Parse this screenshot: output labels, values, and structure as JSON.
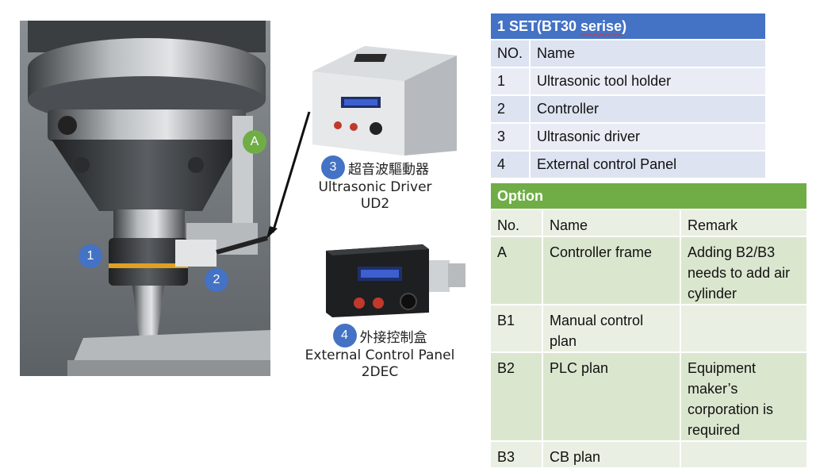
{
  "photo": {
    "badges": [
      "1",
      "2",
      "A"
    ],
    "colors": {
      "blue_badge": "#4472c4",
      "green_badge": "#70ad47"
    }
  },
  "driver_callout": {
    "number": "3",
    "chinese": "超音波驅動器",
    "english": "Ultrasonic Driver",
    "model": "UD2"
  },
  "panel_callout": {
    "number": "4",
    "chinese": "外接控制盒",
    "english": "External Control Panel",
    "model": "2DEC"
  },
  "set_table": {
    "title": "1 SET(BT30 serise)",
    "header": {
      "no": "NO.",
      "name": "Name"
    },
    "rows": [
      {
        "no": "1",
        "name": "Ultrasonic tool holder"
      },
      {
        "no": "2",
        "name": "Controller"
      },
      {
        "no": "3",
        "name": "Ultrasonic driver"
      },
      {
        "no": "4",
        "name": "External control Panel"
      }
    ],
    "colors": {
      "header": "#4472c4",
      "row": "#dde3f0",
      "row_alt": "#e9ecf5"
    }
  },
  "option_table": {
    "title": "Option",
    "header": {
      "no": "No.",
      "name": "Name",
      "remark": "Remark"
    },
    "rows": [
      {
        "no": "A",
        "name": "Controller frame",
        "remark": "Adding B2/B3 needs to add air cylinder"
      },
      {
        "no": "B1",
        "name": "Manual control plan",
        "remark": ""
      },
      {
        "no": "B2",
        "name": "PLC plan",
        "remark": "Equipment maker’s corporation is required"
      },
      {
        "no": "B3",
        "name": "CB plan",
        "remark": ""
      }
    ],
    "colors": {
      "header": "#70ad47",
      "row": "#dbe6cf",
      "row_alt": "#e9efe2"
    }
  }
}
